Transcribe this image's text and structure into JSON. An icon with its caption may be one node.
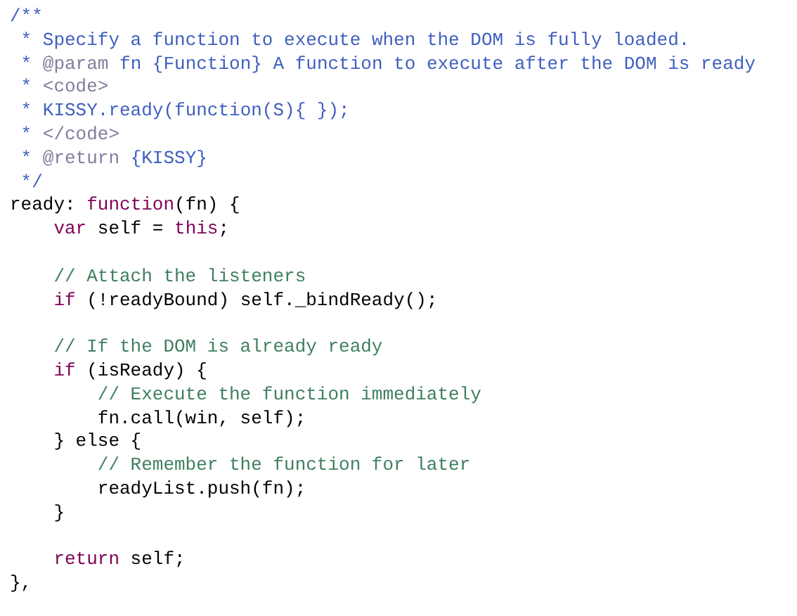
{
  "diagram": {
    "labels": [
      "/**",
      "* Specify a function to execute when the DOM is fully loaded.",
      "* @param fn {Function} A function to execute after the DOM is ready",
      "* <code>",
      "* KISSY.ready(function(S){ });",
      "* </code>",
      "* @return {KISSY}",
      "*/",
      "ready: function(fn) {",
      "var self = this;",
      "// Attach the listeners",
      "if (!readyBound) self._bindReady();",
      "// If the DOM is already ready",
      "if (isReady) {",
      "// Execute the function immediately",
      "fn.call(win, self);",
      "} else {",
      "// Remember the function for later",
      "readyList.push(fn);",
      "}",
      "return self;",
      "},"
    ]
  }
}
